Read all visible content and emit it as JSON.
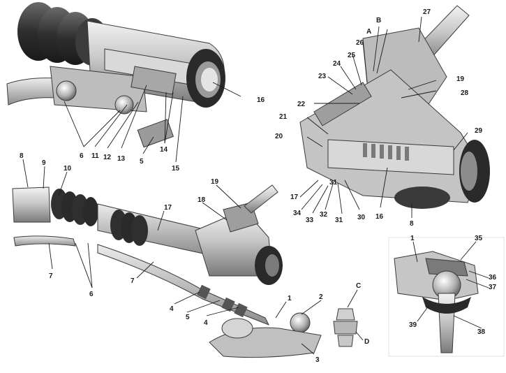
{
  "labels": {
    "l1a": "1",
    "l1b": "1",
    "l2": "2",
    "l3": "3",
    "l4a": "4",
    "l4b": "4",
    "l5a": "5",
    "l5b": "5",
    "l6a": "6",
    "l6b": "6",
    "l7a": "7",
    "l7b": "7",
    "l8a": "8",
    "l8b": "8",
    "l9": "9",
    "l10": "10",
    "l11": "11",
    "l12": "12",
    "l13": "13",
    "l14": "14",
    "l15": "15",
    "l16a": "16",
    "l16b": "16",
    "l17a": "17",
    "l17b": "17",
    "l18": "18",
    "l19a": "19",
    "l19b": "19",
    "l20": "20",
    "l21": "21",
    "l22": "22",
    "l23": "23",
    "l24": "24",
    "l25": "25",
    "l26": "26",
    "l27": "27",
    "l28": "28",
    "l29": "29",
    "l30": "30",
    "l31a": "31",
    "l31b": "31",
    "l32": "32",
    "l33": "33",
    "l34": "34",
    "l35": "35",
    "l36": "36",
    "l37": "37",
    "l38": "38",
    "l39": "39",
    "lA": "A",
    "lB": "B",
    "lC": "C",
    "lD": "D"
  }
}
